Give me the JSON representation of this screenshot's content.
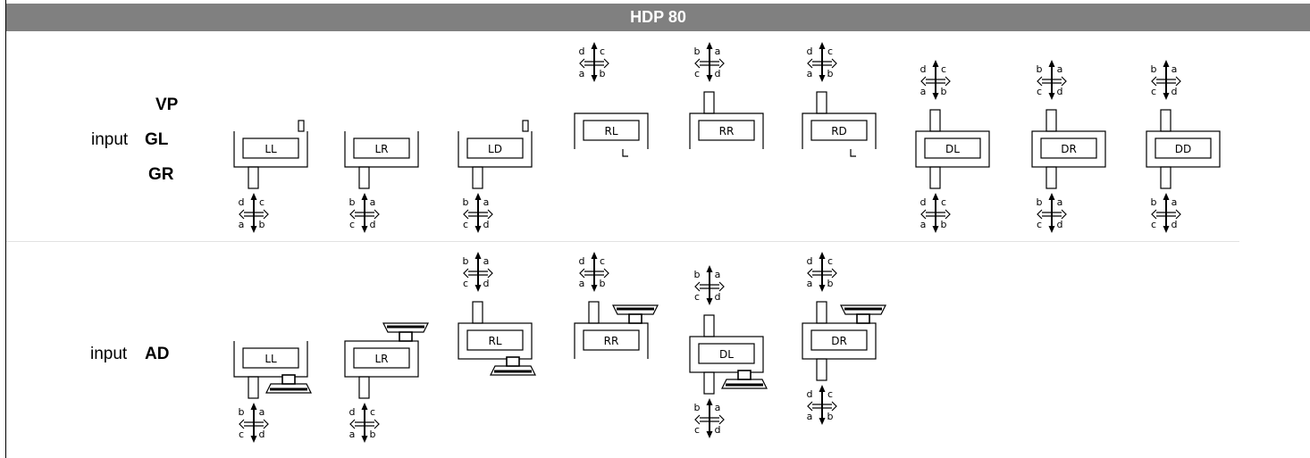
{
  "title": "HDP 80",
  "row1": {
    "input_label": "input",
    "signals": [
      "VP",
      "GL",
      "GR"
    ],
    "diagrams": [
      {
        "label": "LL",
        "arrows": [
          {
            "pos": "below",
            "letters": [
              "d",
              "c",
              "a",
              "b"
            ]
          }
        ]
      },
      {
        "label": "LR",
        "arrows": [
          {
            "pos": "below",
            "letters": [
              "b",
              "a",
              "c",
              "d"
            ]
          }
        ]
      },
      {
        "label": "LD",
        "arrows": [
          {
            "pos": "below",
            "letters": [
              "b",
              "a",
              "c",
              "d"
            ]
          }
        ]
      },
      {
        "label": "RL",
        "arrows": [
          {
            "pos": "above",
            "letters": [
              "d",
              "c",
              "a",
              "b"
            ]
          }
        ]
      },
      {
        "label": "RR",
        "arrows": [
          {
            "pos": "above",
            "letters": [
              "b",
              "a",
              "c",
              "d"
            ]
          }
        ]
      },
      {
        "label": "RD",
        "arrows": [
          {
            "pos": "above",
            "letters": [
              "d",
              "c",
              "a",
              "b"
            ]
          }
        ]
      },
      {
        "label": "DL",
        "arrows": [
          {
            "pos": "above",
            "letters": [
              "d",
              "c",
              "a",
              "b"
            ]
          },
          {
            "pos": "below",
            "letters": [
              "d",
              "c",
              "a",
              "b"
            ]
          }
        ]
      },
      {
        "label": "DR",
        "arrows": [
          {
            "pos": "above",
            "letters": [
              "b",
              "a",
              "c",
              "d"
            ]
          },
          {
            "pos": "below",
            "letters": [
              "b",
              "a",
              "c",
              "d"
            ]
          }
        ]
      },
      {
        "label": "DD",
        "arrows": [
          {
            "pos": "above",
            "letters": [
              "b",
              "a",
              "c",
              "d"
            ]
          },
          {
            "pos": "below",
            "letters": [
              "b",
              "a",
              "c",
              "d"
            ]
          }
        ]
      }
    ]
  },
  "row2": {
    "input_label": "input",
    "signals": [
      "AD"
    ],
    "diagrams": [
      {
        "label": "LL",
        "arrows": [
          {
            "pos": "below",
            "letters": [
              "b",
              "a",
              "c",
              "d"
            ]
          }
        ]
      },
      {
        "label": "LR",
        "arrows": [
          {
            "pos": "below",
            "letters": [
              "d",
              "c",
              "a",
              "b"
            ]
          }
        ]
      },
      {
        "label": "RL",
        "arrows": [
          {
            "pos": "above",
            "letters": [
              "b",
              "a",
              "c",
              "d"
            ]
          }
        ]
      },
      {
        "label": "RR",
        "arrows": [
          {
            "pos": "above",
            "letters": [
              "d",
              "c",
              "a",
              "b"
            ]
          }
        ]
      },
      {
        "label": "DL",
        "arrows": [
          {
            "pos": "above",
            "letters": [
              "b",
              "a",
              "c",
              "d"
            ]
          },
          {
            "pos": "below",
            "letters": [
              "b",
              "a",
              "c",
              "d"
            ]
          }
        ]
      },
      {
        "label": "DR",
        "arrows": [
          {
            "pos": "above",
            "letters": [
              "d",
              "c",
              "a",
              "b"
            ]
          },
          {
            "pos": "below",
            "letters": [
              "d",
              "c",
              "a",
              "b"
            ]
          }
        ]
      }
    ]
  }
}
